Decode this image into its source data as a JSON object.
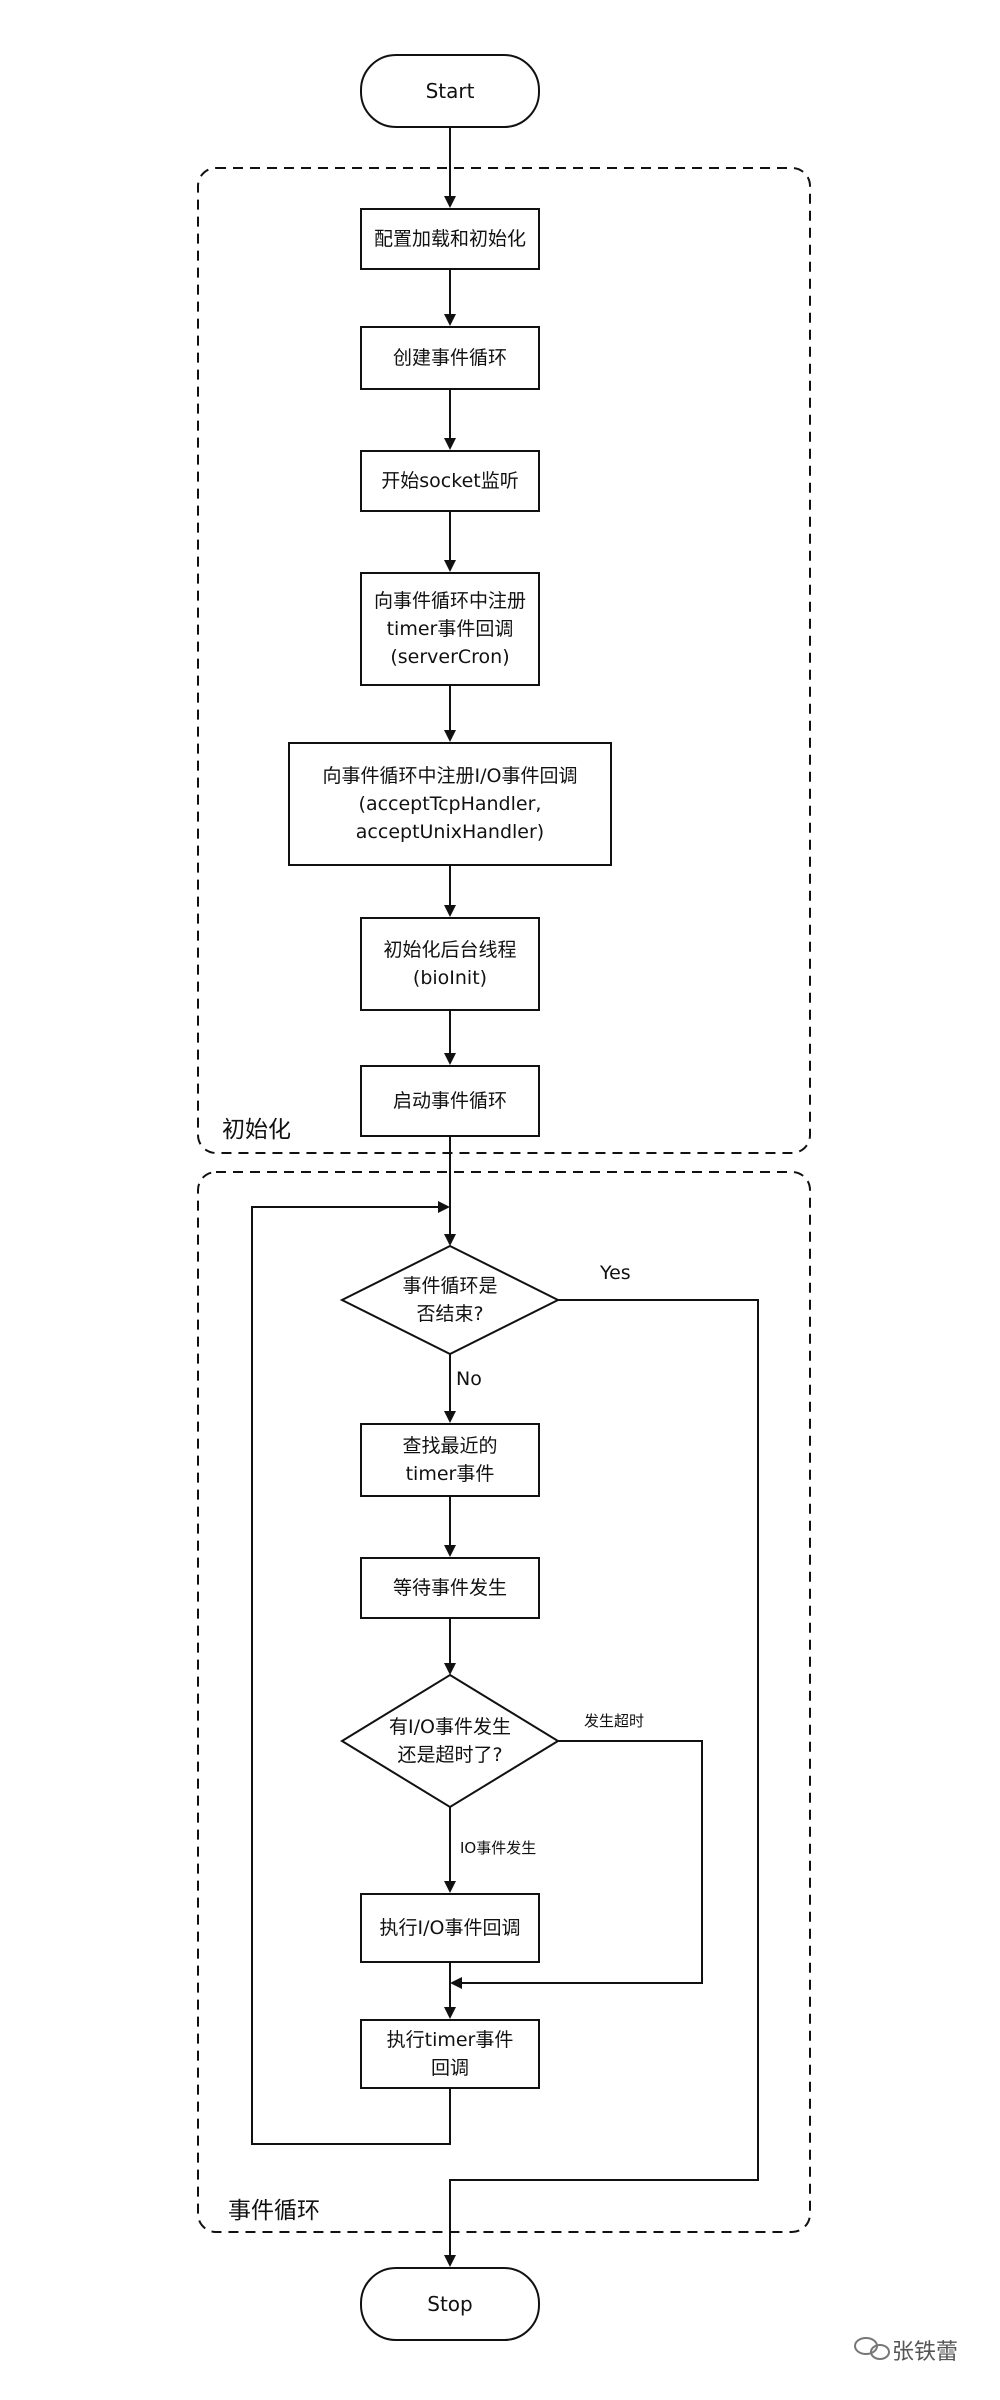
{
  "start": "Start",
  "stop": "Stop",
  "groups": {
    "init": "初始化",
    "loop": "事件循环"
  },
  "steps": {
    "config": "配置加载和初始化",
    "create_loop": "创建事件循环",
    "socket_listen": "开始socket监听",
    "register_timer": "向事件循环中注册\ntimer事件回调\n(serverCron)",
    "register_io": "向事件循环中注册I/O事件回调\n(acceptTcpHandler,\nacceptUnixHandler)",
    "bio_init": "初始化后台线程\n(bioInit)",
    "start_loop": "启动事件循环",
    "find_timer": "查找最近的\ntimer事件",
    "wait_event": "等待事件发生",
    "exec_io": "执行I/O事件回调",
    "exec_timer": "执行timer事件\n回调"
  },
  "decisions": {
    "loop_end": "事件循环是\n否结束?",
    "io_or_timeout": "有I/O事件发生\n还是超时了?"
  },
  "edge_labels": {
    "yes": "Yes",
    "no": "No",
    "timeout": "发生超时",
    "io_happened": "IO事件发生"
  },
  "watermark": "张铁蕾"
}
